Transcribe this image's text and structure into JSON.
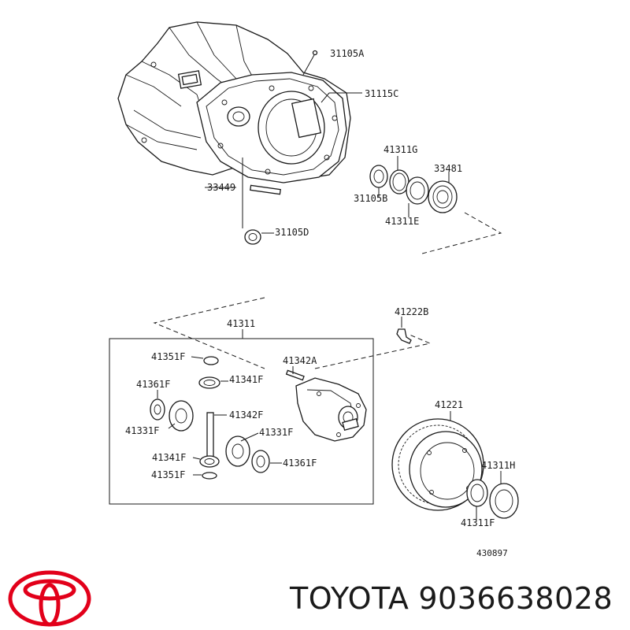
{
  "diagram": {
    "labels": {
      "l31105a": "31105A",
      "l31115c": "31115C",
      "l41311g": "41311G",
      "l33481": "33481",
      "l31105b": "31105B",
      "l41311e": "41311E",
      "l33449": "33449",
      "l31105d": "31105D",
      "l41311": "41311",
      "l41222b": "41222B",
      "l41351f_top": "41351F",
      "l41342a": "41342A",
      "l41341f_top": "41341F",
      "l41361f_left": "41361F",
      "l41342f": "41342F",
      "l41331f_left": "41331F",
      "l41331f_right": "41331F",
      "l41341f_bottom": "41341F",
      "l41361f_right": "41361F",
      "l41351f_bottom": "41351F",
      "l41221": "41221",
      "l41311h": "41311H",
      "l41311f": "41311F",
      "code": "430897"
    }
  },
  "footer": {
    "brand": "TOYOTA",
    "part_number": "9036638028"
  },
  "colors": {
    "logo": "#e2001a",
    "ink": "#1a1a1a"
  }
}
